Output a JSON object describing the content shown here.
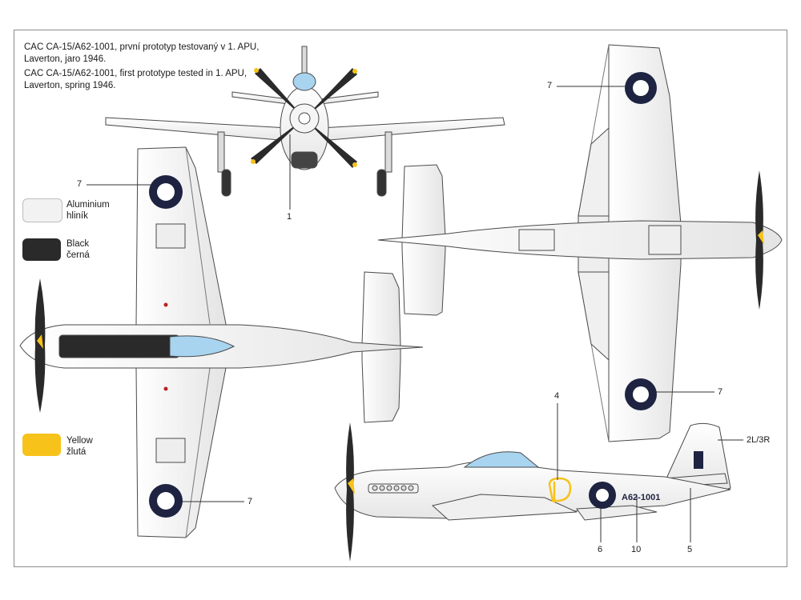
{
  "caption": {
    "cz_line1": "CAC CA-15/A62-1001, první prototyp testovaný v 1. APU,",
    "cz_line2": "Laverton, jaro 1946.",
    "en_line1": "CAC CA-15/A62-1001, first prototype tested in 1. APU,",
    "en_line2": "Laverton, spring 1946."
  },
  "legend": [
    {
      "name_en": "Aluminium",
      "name_cz": "hliník",
      "color": "#f2f2f2"
    },
    {
      "name_en": "Black",
      "name_cz": "černá",
      "color": "#2a2a2a"
    },
    {
      "name_en": "Yellow",
      "name_cz": "žlutá",
      "color": "#f7c21a"
    }
  ],
  "callouts": {
    "c1": "1",
    "c4": "4",
    "c5": "5",
    "c6": "6",
    "c7a": "7",
    "c7b": "7",
    "c7c": "7",
    "c7d": "7",
    "c10": "10",
    "c2l3r": "2L/3R"
  },
  "registration": "A62-1001",
  "colors": {
    "roundel_blue": "#1d2340",
    "outline": "#4a4a4a",
    "canopy": "#a8d4f0"
  }
}
